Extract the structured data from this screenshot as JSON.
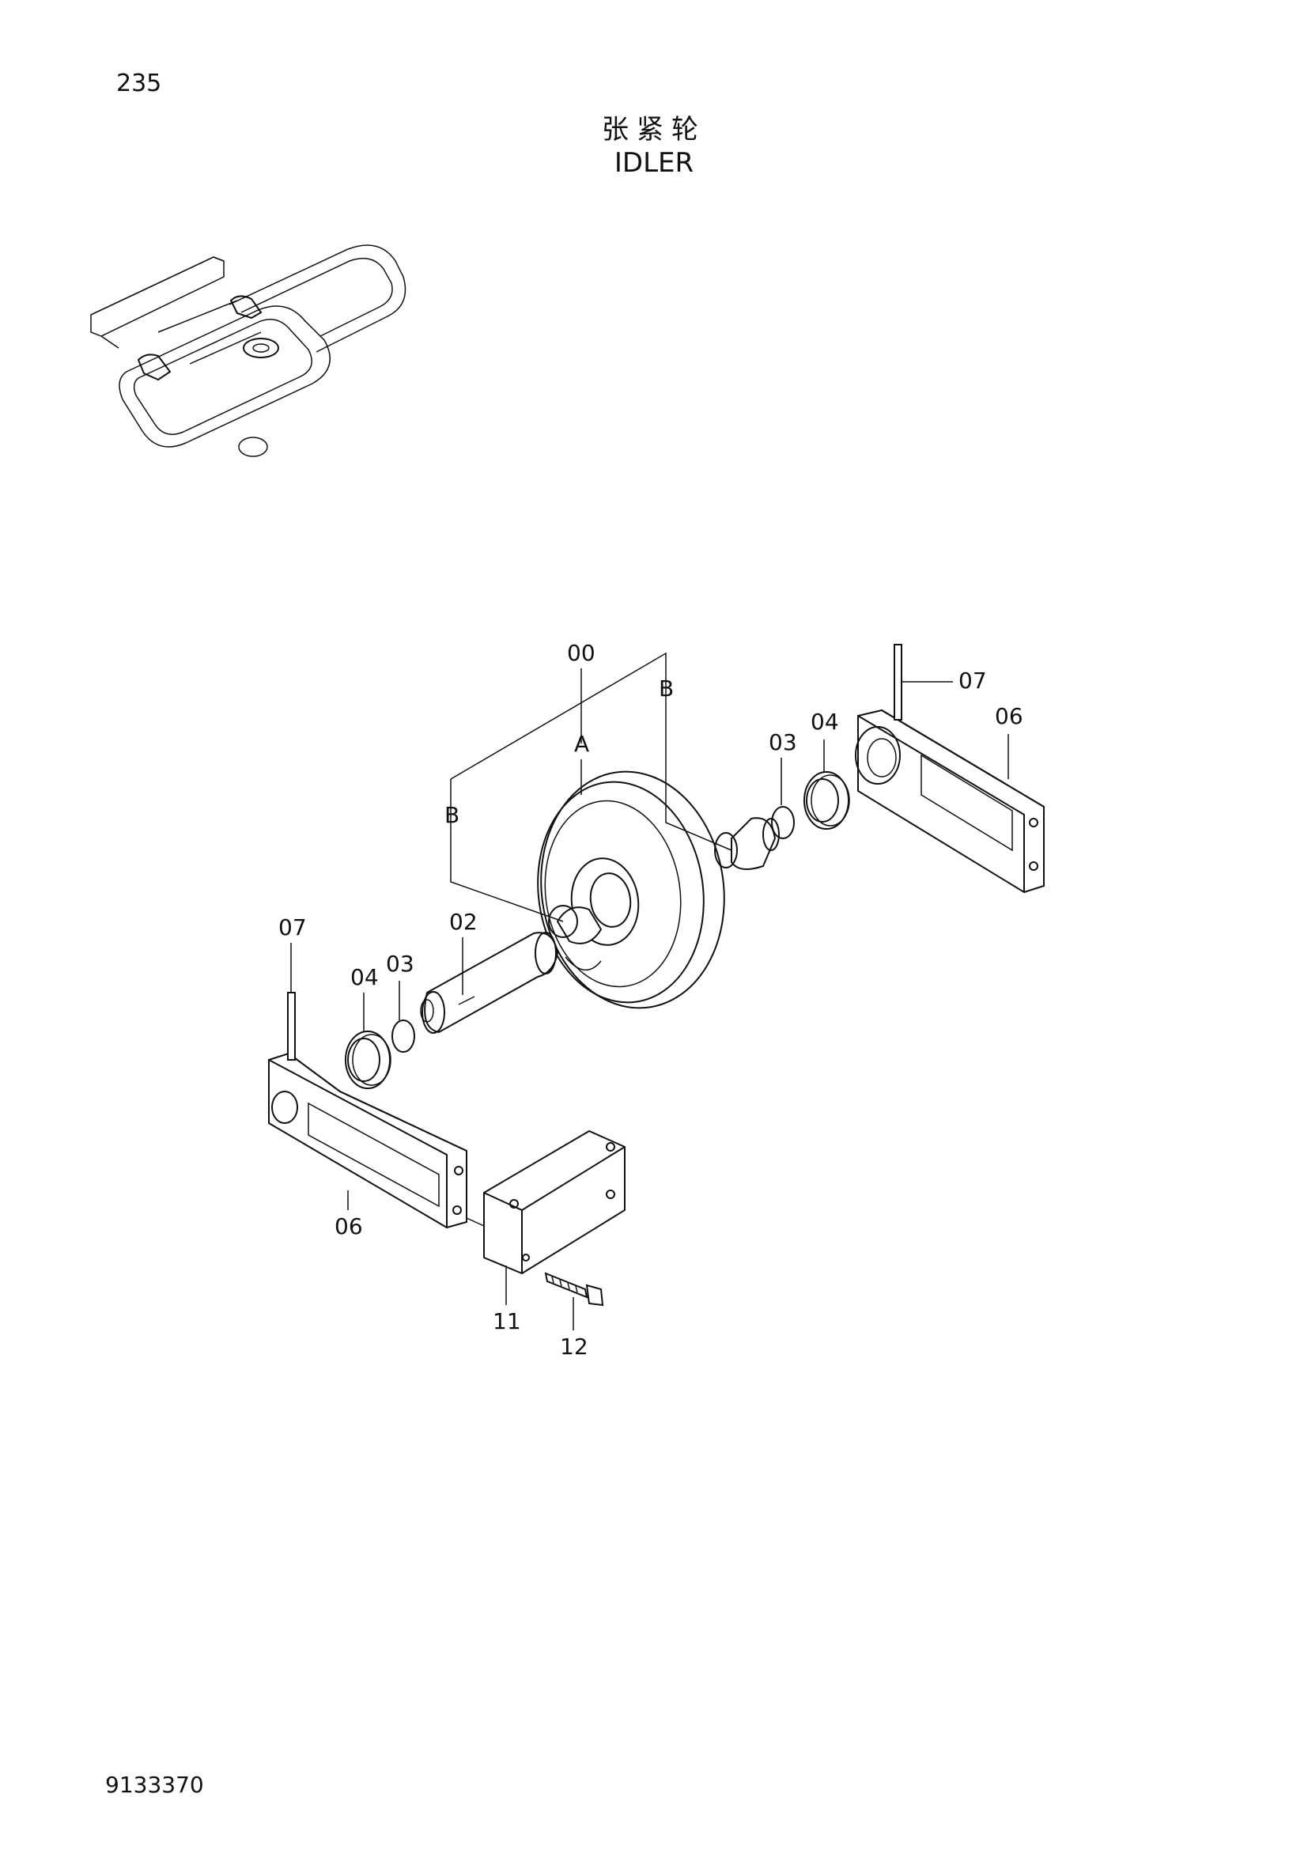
{
  "page": {
    "page_number": "235",
    "title_cn": "张紧轮",
    "title_en": "IDLER",
    "doc_code": "9133370"
  },
  "callouts": {
    "c00": "00",
    "cA": "A",
    "cB_left": "B",
    "cB_right": "B",
    "c07_right": "07",
    "c06_right": "06",
    "c04_right": "04",
    "c03_right": "03",
    "c07_left": "07",
    "c04_left": "04",
    "c03_left": "03",
    "c02": "02",
    "c06_left": "06",
    "c11": "11",
    "c12": "12"
  },
  "colors": {
    "line": "#111111",
    "paper": "#ffffff"
  }
}
